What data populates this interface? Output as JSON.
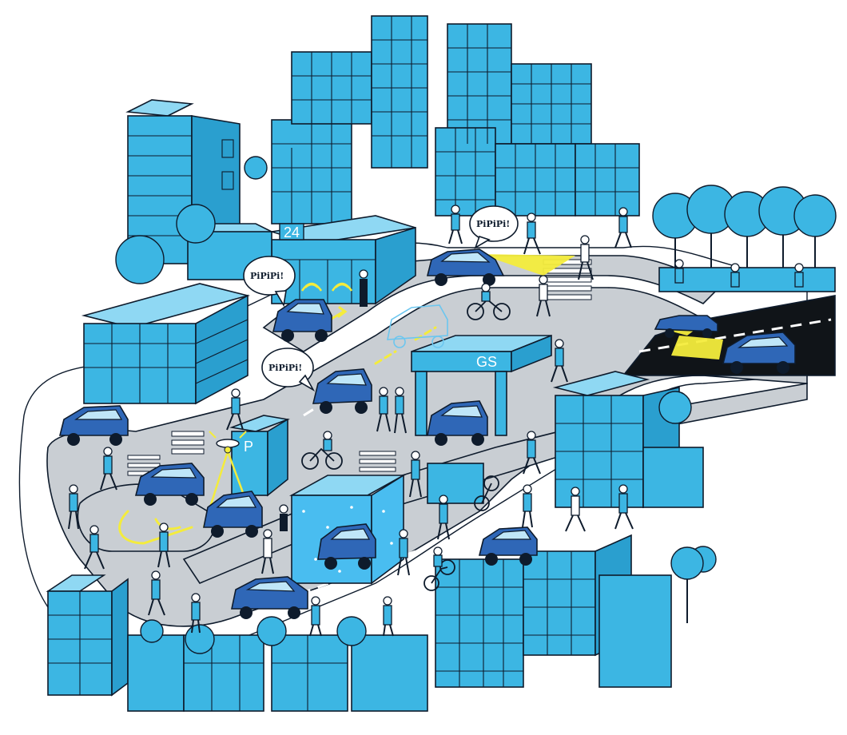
{
  "bubbles": [
    {
      "text": "PiPiPi!"
    },
    {
      "text": "PiPiPi!"
    },
    {
      "text": "PiPiPi!"
    }
  ],
  "signs": {
    "shop_24": "24",
    "gas_station": "GS",
    "parking": "P"
  },
  "colors": {
    "building_blue": "#3cb6e3",
    "car_blue": "#2f67b7",
    "road_grey": "#c9ced3",
    "night_road": "#101418",
    "headlight_yellow": "#f4ec3c",
    "outline": "#0e1b2c"
  }
}
